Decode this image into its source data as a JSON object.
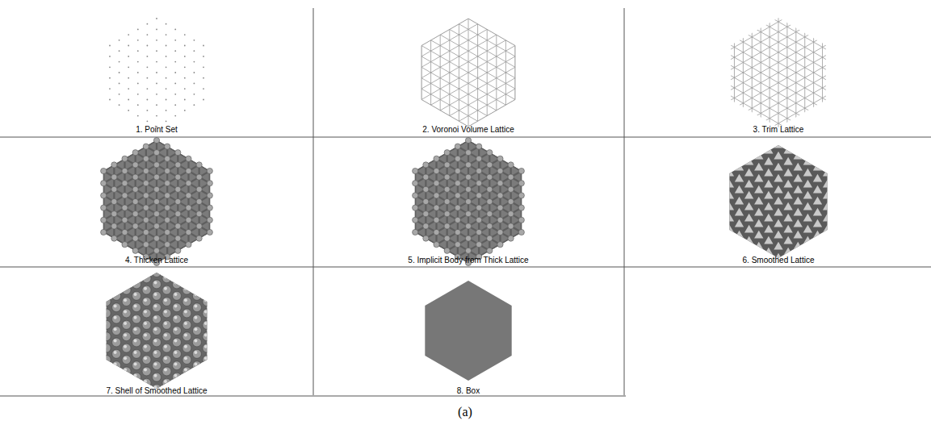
{
  "diagram": {
    "caption": "(a)",
    "labels": [
      "1. Point Set",
      "2. Voronoi Volume Lattice",
      "3. Trim Lattice",
      "4. Thicken Lattice",
      "5. Implicit Body from Thick Lattice",
      "6. Smoothed Lattice",
      "7. Shell of Smoothed Lattice",
      "8. Box"
    ]
  }
}
